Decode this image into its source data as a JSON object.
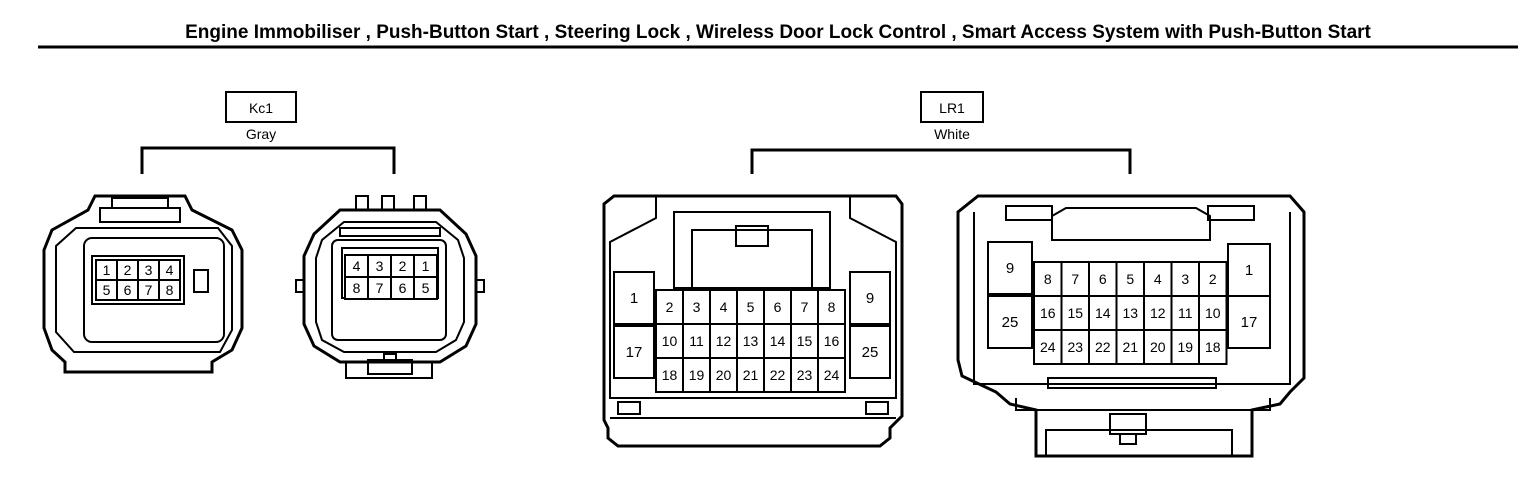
{
  "title": "Engine Immobiliser , Push-Button Start , Steering Lock , Wireless Door Lock Control , Smart Access System with Push-Button Start",
  "groups": [
    {
      "id": "kc1",
      "code": "Kc1",
      "color": "Gray"
    },
    {
      "id": "lr1",
      "code": "LR1",
      "color": "White"
    }
  ],
  "connectors": {
    "kc1_left": {
      "rows": [
        [
          "1",
          "2",
          "3",
          "4"
        ],
        [
          "5",
          "6",
          "7",
          "8"
        ]
      ]
    },
    "kc1_right": {
      "rows": [
        [
          "4",
          "3",
          "2",
          "1"
        ],
        [
          "8",
          "7",
          "6",
          "5"
        ]
      ]
    },
    "lr1_left": {
      "side_left": [
        "1",
        "17"
      ],
      "rows": [
        [
          "2",
          "3",
          "4",
          "5",
          "6",
          "7",
          "8"
        ],
        [
          "10",
          "11",
          "12",
          "13",
          "14",
          "15",
          "16"
        ],
        [
          "18",
          "19",
          "20",
          "21",
          "22",
          "23",
          "24"
        ]
      ],
      "side_right": [
        "9",
        "25"
      ]
    },
    "lr1_right": {
      "side_left": [
        "9",
        "25"
      ],
      "rows": [
        [
          "8",
          "7",
          "6",
          "5",
          "4",
          "3",
          "2"
        ],
        [
          "16",
          "15",
          "14",
          "13",
          "12",
          "11",
          "10"
        ],
        [
          "24",
          "23",
          "22",
          "21",
          "20",
          "19",
          "18"
        ]
      ],
      "side_right": [
        "1",
        "17"
      ]
    }
  }
}
